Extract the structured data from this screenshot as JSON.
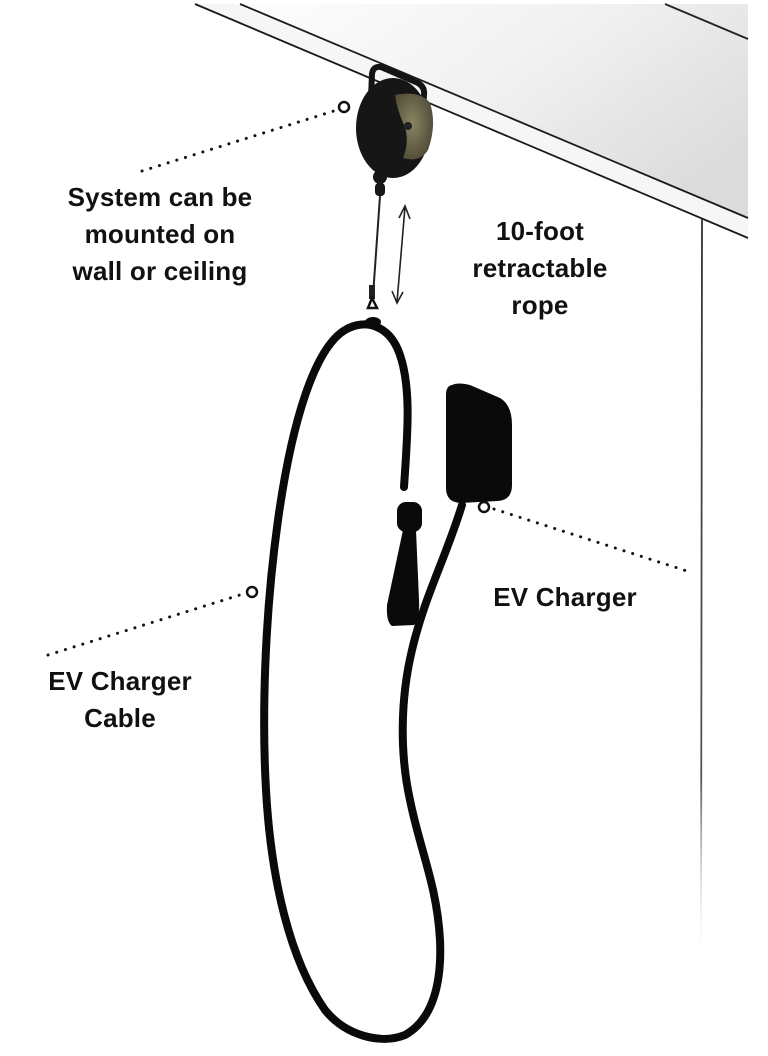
{
  "figure": {
    "subject": "Retractable EV charger cable management system",
    "colors": {
      "ink": "#111111",
      "ceiling_shade": "#e2e2e2",
      "reel_body": "#1a1a1a",
      "reel_face": "#6e6a4e",
      "background": "#ffffff"
    }
  },
  "callouts": {
    "mount": {
      "lines": [
        "System can be",
        "mounted on",
        "wall or ceiling"
      ],
      "target": "cable-reel"
    },
    "rope": {
      "lines": [
        "10-foot",
        "retractable",
        "rope"
      ],
      "target": "retractable-rope"
    },
    "charger": {
      "lines": [
        "EV Charger"
      ],
      "target": "ev-charger-unit"
    },
    "cable": {
      "lines": [
        "EV Charger",
        "Cable"
      ],
      "target": "ev-charger-cable"
    }
  },
  "icons": {
    "reel": "cable-reel-icon",
    "rope_arrow": "double-headed-arrow-icon",
    "charger": "ev-charger-icon",
    "plug": "charger-plug-icon",
    "callout_marker": "circle-marker-icon"
  }
}
